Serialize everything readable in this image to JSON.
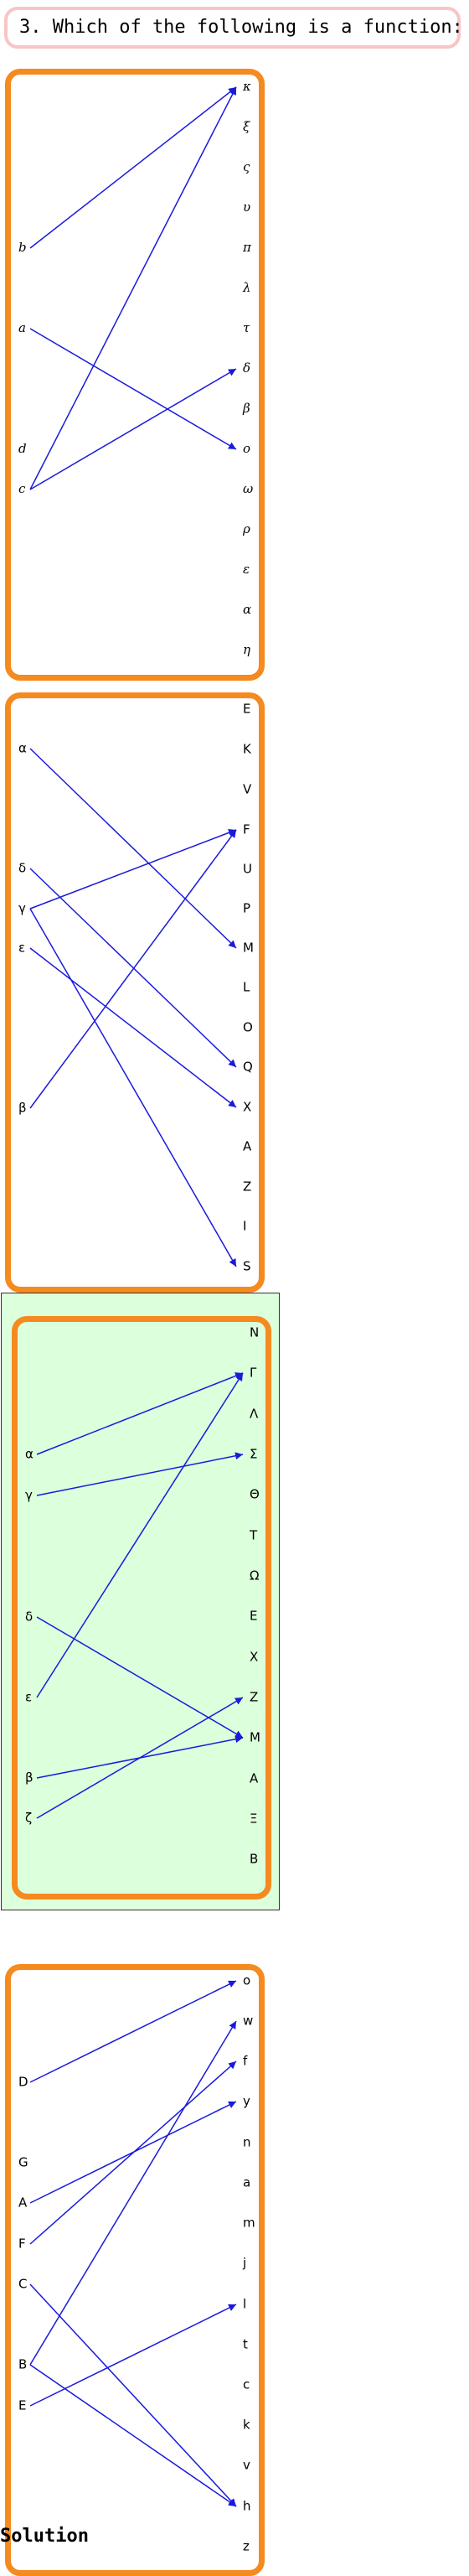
{
  "question": {
    "text": "3. Which of the following is a function:"
  },
  "solution_label": "Solution",
  "colors": {
    "panel_border": "#f58a1f",
    "arrow": "#1a1adc",
    "selected_bg": "#dcffdc",
    "question_border": "#f7c5c5"
  },
  "options": [
    {
      "selected": false,
      "italic": true,
      "domain": [
        "b",
        "a",
        "d",
        "c"
      ],
      "codomain": [
        "κ",
        "ξ",
        "ς",
        "υ",
        "π",
        "λ",
        "τ",
        "δ",
        "β",
        "ο",
        "ω",
        "ρ",
        "ε",
        "α",
        "η"
      ],
      "mappings": [
        [
          "b",
          "κ"
        ],
        [
          "a",
          "ο"
        ],
        [
          "c",
          "κ"
        ],
        [
          "c",
          "δ"
        ]
      ]
    },
    {
      "selected": false,
      "italic": false,
      "domain": [
        "α",
        "δ",
        "γ",
        "ε",
        "β"
      ],
      "codomain": [
        "E",
        "K",
        "V",
        "F",
        "U",
        "P",
        "M",
        "L",
        "O",
        "Q",
        "X",
        "A",
        "Z",
        "I",
        "S"
      ],
      "mappings": [
        [
          "α",
          "M"
        ],
        [
          "δ",
          "Q"
        ],
        [
          "γ",
          "F"
        ],
        [
          "γ",
          "S"
        ],
        [
          "ε",
          "X"
        ],
        [
          "β",
          "F"
        ]
      ]
    },
    {
      "selected": true,
      "italic": false,
      "domain": [
        "α",
        "γ",
        "δ",
        "ε",
        "β",
        "ζ"
      ],
      "codomain": [
        "N",
        "Γ",
        "Λ",
        "Σ",
        "Θ",
        "Τ",
        "Ω",
        "Ε",
        "Χ",
        "Ζ",
        "Μ",
        "Α",
        "Ξ",
        "Β"
      ],
      "mappings": [
        [
          "α",
          "Γ"
        ],
        [
          "γ",
          "Σ"
        ],
        [
          "δ",
          "Μ"
        ],
        [
          "ε",
          "Γ"
        ],
        [
          "β",
          "Μ"
        ],
        [
          "ζ",
          "Ζ"
        ]
      ]
    },
    {
      "selected": false,
      "italic": false,
      "domain": [
        "D",
        "G",
        "A",
        "F",
        "C",
        "B",
        "E"
      ],
      "codomain": [
        "o",
        "w",
        "f",
        "y",
        "n",
        "a",
        "m",
        "j",
        "l",
        "t",
        "c",
        "k",
        "v",
        "h",
        "z"
      ],
      "mappings": [
        [
          "D",
          "o"
        ],
        [
          "A",
          "y"
        ],
        [
          "F",
          "f"
        ],
        [
          "C",
          "h"
        ],
        [
          "B",
          "w"
        ],
        [
          "B",
          "h"
        ],
        [
          "E",
          "l"
        ]
      ]
    }
  ]
}
